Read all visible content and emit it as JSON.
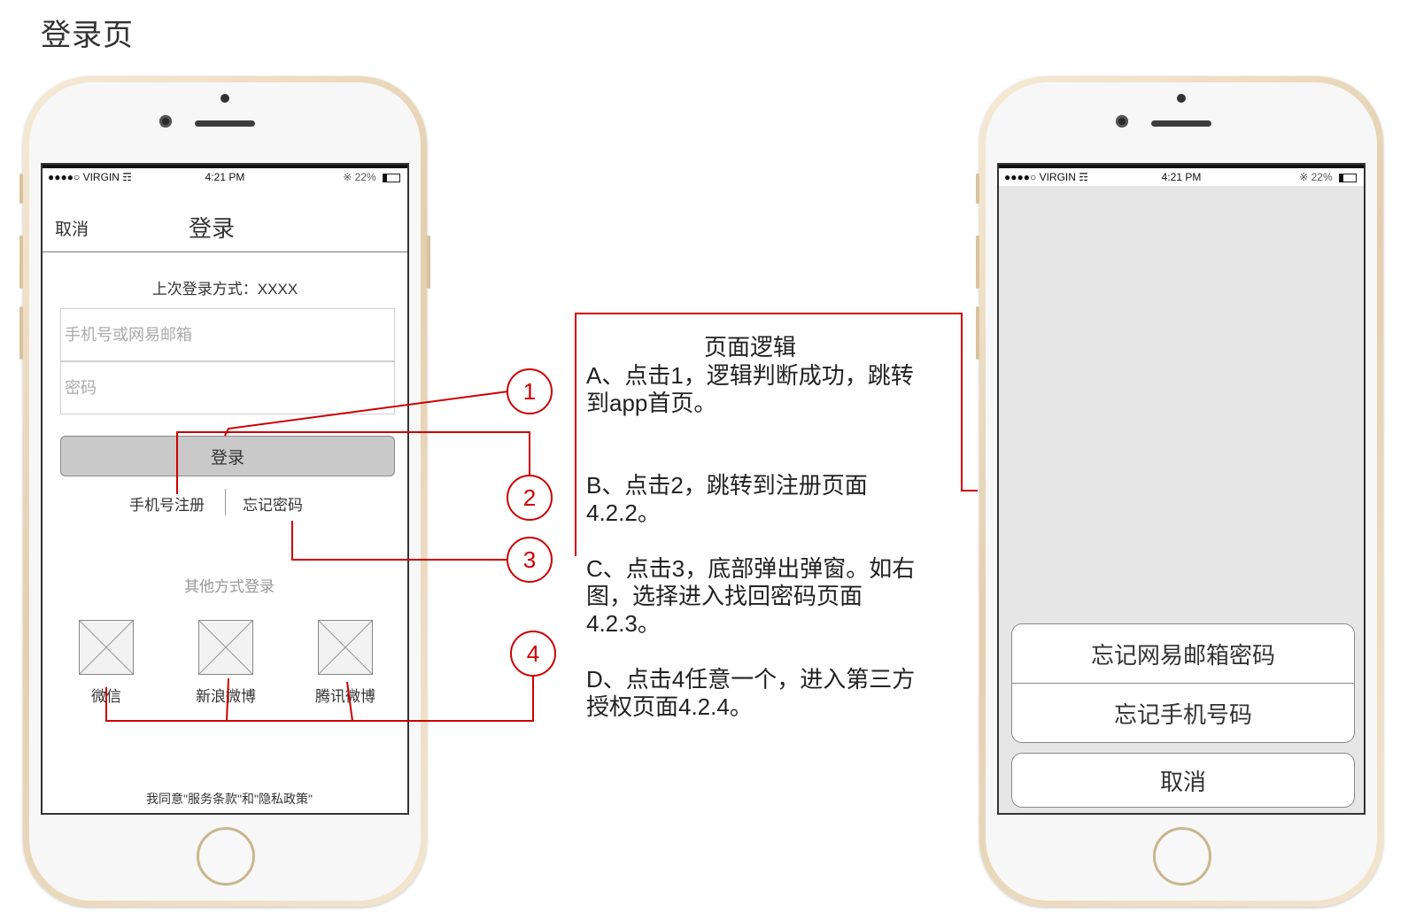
{
  "page_title": "登录页",
  "status_bar": {
    "carrier": "●●●●○ VIRGIN",
    "wifi_icon": "wifi-icon",
    "time": "4:21 PM",
    "bluetooth_icon": "bluetooth-icon",
    "battery_percent": "22%"
  },
  "login_screen": {
    "nav": {
      "cancel": "取消",
      "title": "登录"
    },
    "last_login": "上次登录方式：XXXX",
    "phone_or_email_placeholder": "手机号或网易邮箱",
    "password_placeholder": "密码",
    "login_button": "登录",
    "register_link": "手机号注册",
    "forgot_password_link": "忘记密码",
    "other_login": "其他方式登录",
    "social": [
      {
        "label": "微信",
        "icon": "image-placeholder-icon"
      },
      {
        "label": "新浪微博",
        "icon": "image-placeholder-icon"
      },
      {
        "label": "腾讯微博",
        "icon": "image-placeholder-icon"
      }
    ],
    "agreement": "我同意\"服务条款\"和\"隐私政策\""
  },
  "action_sheet": {
    "forgot_email_password": "忘记网易邮箱密码",
    "forgot_phone_number": "忘记手机号码",
    "cancel": "取消"
  },
  "annotations": {
    "markers": [
      "1",
      "2",
      "3",
      "4"
    ],
    "logic_title": "页面逻辑",
    "logic_items": [
      "A、点击1，逻辑判断成功，跳转到app首页。",
      "B、点击2，跳转到注册页面4.2.2。",
      "C、点击3，底部弹出弹窗。如右图，选择进入找回密码页面4.2.3。",
      "D、点击4任意一个，进入第三方授权页面4.2.4。"
    ],
    "line_color": "#cc0000"
  }
}
